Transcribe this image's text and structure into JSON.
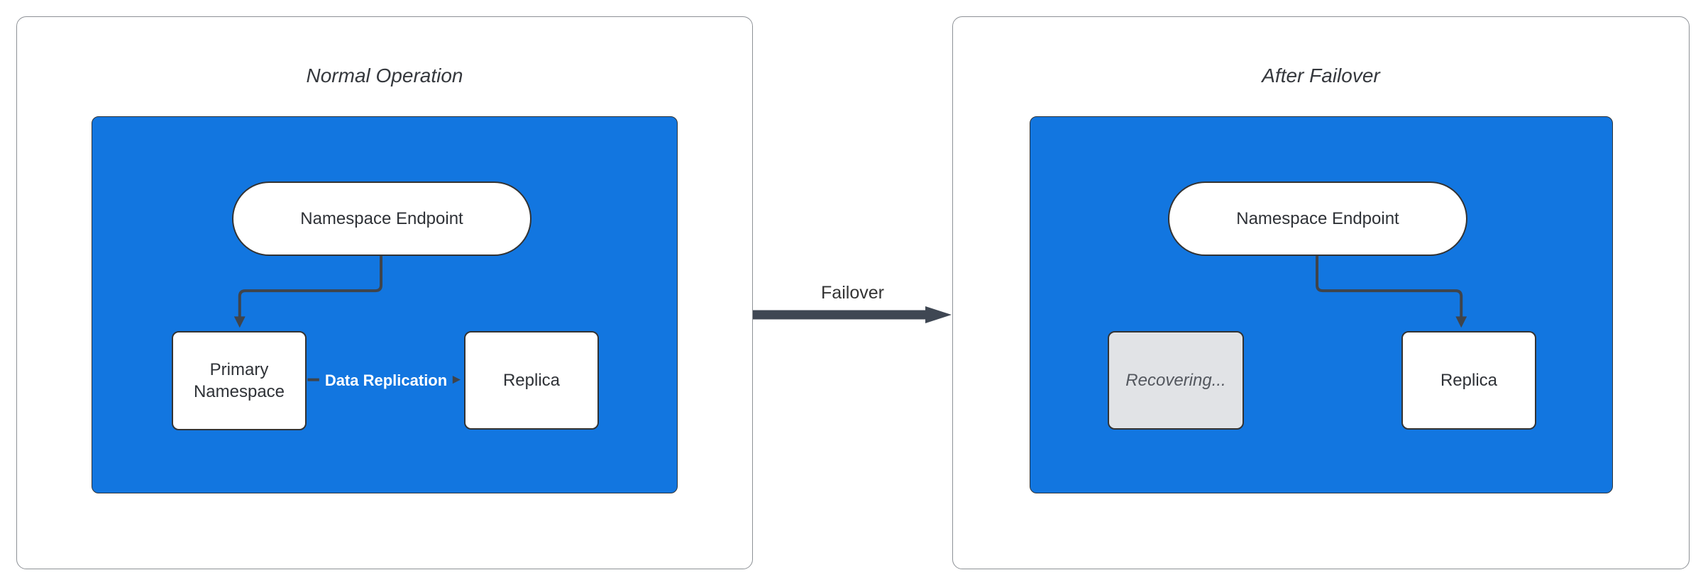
{
  "colors": {
    "cluster_fill": "#1276E0",
    "edge_stroke": "#3F444B",
    "failover_arrow": "#3F4753",
    "node_border": "#333333",
    "panel_border": "#8D9196",
    "recovering_fill": "#E1E3E6",
    "edge_label_text": "#FFFFFF",
    "text_dark": "#2F3237"
  },
  "panels": [
    {
      "title": "Normal Operation",
      "nodes": [
        {
          "id": "namespace-endpoint",
          "label": "Namespace Endpoint",
          "shape": "pill"
        },
        {
          "id": "primary-namespace",
          "label": "Primary Namespace",
          "shape": "rect"
        },
        {
          "id": "replica",
          "label": "Replica",
          "shape": "rect"
        }
      ],
      "edges": [
        {
          "from": "namespace-endpoint",
          "to": "primary-namespace",
          "label": ""
        },
        {
          "from": "primary-namespace",
          "to": "replica",
          "label": "Data Replication"
        }
      ]
    },
    {
      "title": "After Failover",
      "nodes": [
        {
          "id": "namespace-endpoint",
          "label": "Namespace Endpoint",
          "shape": "pill"
        },
        {
          "id": "recovering",
          "label": "Recovering...",
          "shape": "rect"
        },
        {
          "id": "replica",
          "label": "Replica",
          "shape": "rect"
        }
      ],
      "edges": [
        {
          "from": "namespace-endpoint",
          "to": "replica",
          "label": ""
        }
      ]
    }
  ],
  "connector": {
    "label": "Failover"
  }
}
